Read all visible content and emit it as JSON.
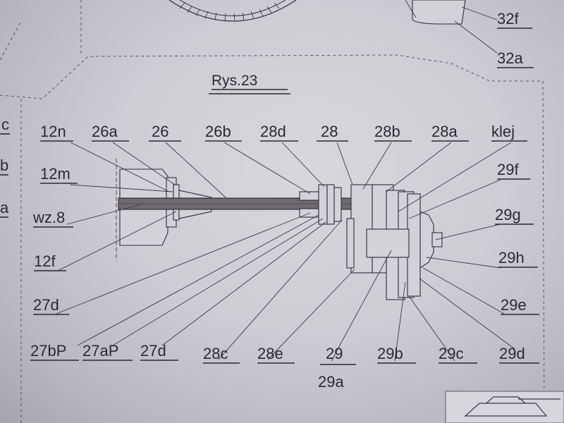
{
  "title": "Rys.23",
  "labels": {
    "l12n": "12n",
    "l26a": "26a",
    "l26": "26",
    "l26b": "26b",
    "l28d": "28d",
    "l28": "28",
    "l28b": "28b",
    "l28a": "28a",
    "lklej": "klej",
    "l12m": "12m",
    "lwz8": "wz.8",
    "l12f": "12f",
    "l27d_left": "27d",
    "l27bP": "27bP",
    "l27aP": "27aP",
    "l27d_bottom": "27d",
    "l28c": "28c",
    "l28e": "28e",
    "l29": "29",
    "l29a": "29a",
    "l29b": "29b",
    "l29c": "29c",
    "l29d": "29d",
    "l29f": "29f",
    "l29g": "29g",
    "l29h": "29h",
    "l29e": "29e",
    "l32f": "32f",
    "l32a": "32a",
    "edge_c": "c",
    "edge_b": "b",
    "edge_a": "a"
  },
  "colors": {
    "paper": "#cfccd4",
    "ink": "#2b2a31"
  }
}
